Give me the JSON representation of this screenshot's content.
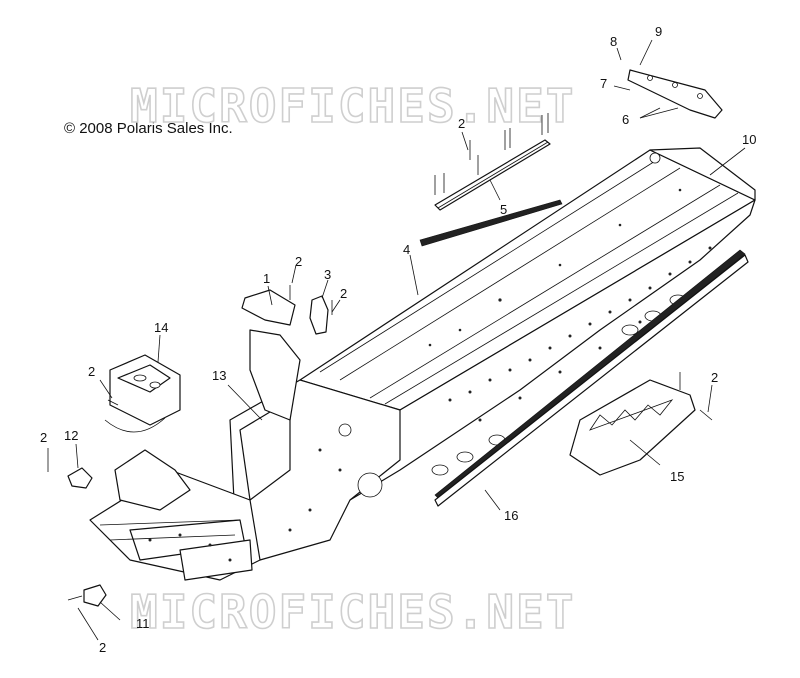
{
  "copyright": "© 2008 Polaris Sales Inc.",
  "watermark": "MICROFICHES.NET",
  "callouts": {
    "c1": "1",
    "c2a": "2",
    "c2b": "2",
    "c2c": "2",
    "c2d": "2",
    "c2e": "2",
    "c2f": "2",
    "c2g": "2",
    "c3": "3",
    "c4": "4",
    "c5": "5",
    "c6": "6",
    "c7": "7",
    "c8": "8",
    "c9": "9",
    "c10": "10",
    "c11": "11",
    "c12": "12",
    "c13": "13",
    "c14": "14",
    "c15": "15",
    "c16": "16"
  }
}
